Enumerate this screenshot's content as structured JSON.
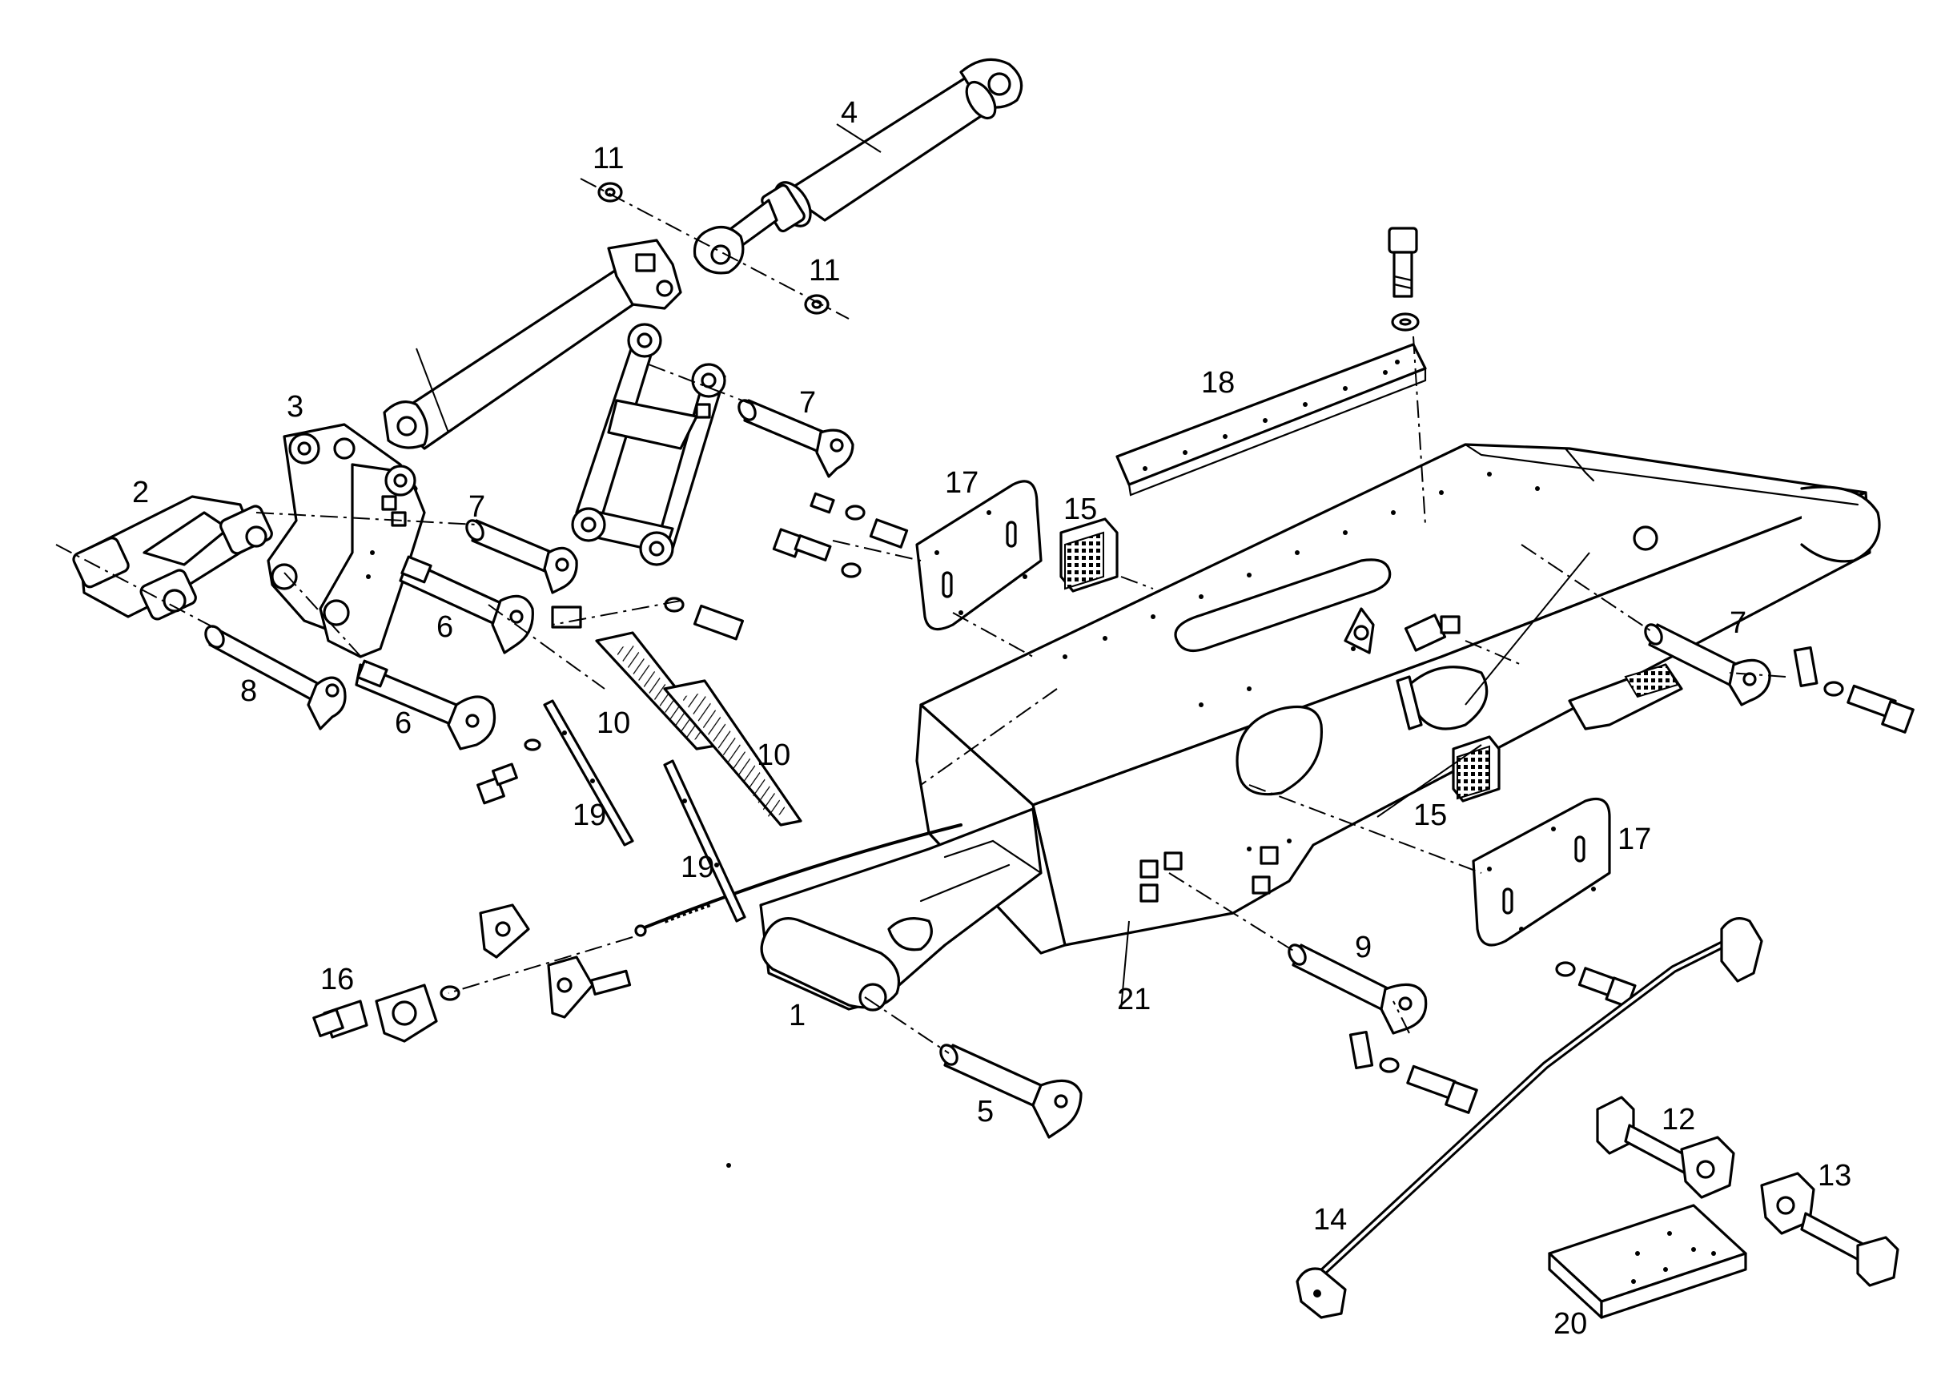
{
  "callouts": {
    "c1": "1",
    "c2": "2",
    "c3": "3",
    "c4": "4",
    "c5": "5",
    "c6a": "6",
    "c6b": "6",
    "c7a": "7",
    "c7b": "7",
    "c7c": "7",
    "c8": "8",
    "c9": "9",
    "c10a": "10",
    "c10b": "10",
    "c11a": "11",
    "c11b": "11",
    "c12": "12",
    "c13": "13",
    "c14": "14",
    "c15a": "15",
    "c15b": "15",
    "c16": "16",
    "c17a": "17",
    "c17b": "17",
    "c18": "18",
    "c19a": "19",
    "c19b": "19",
    "c20": "20",
    "c21": "21"
  }
}
